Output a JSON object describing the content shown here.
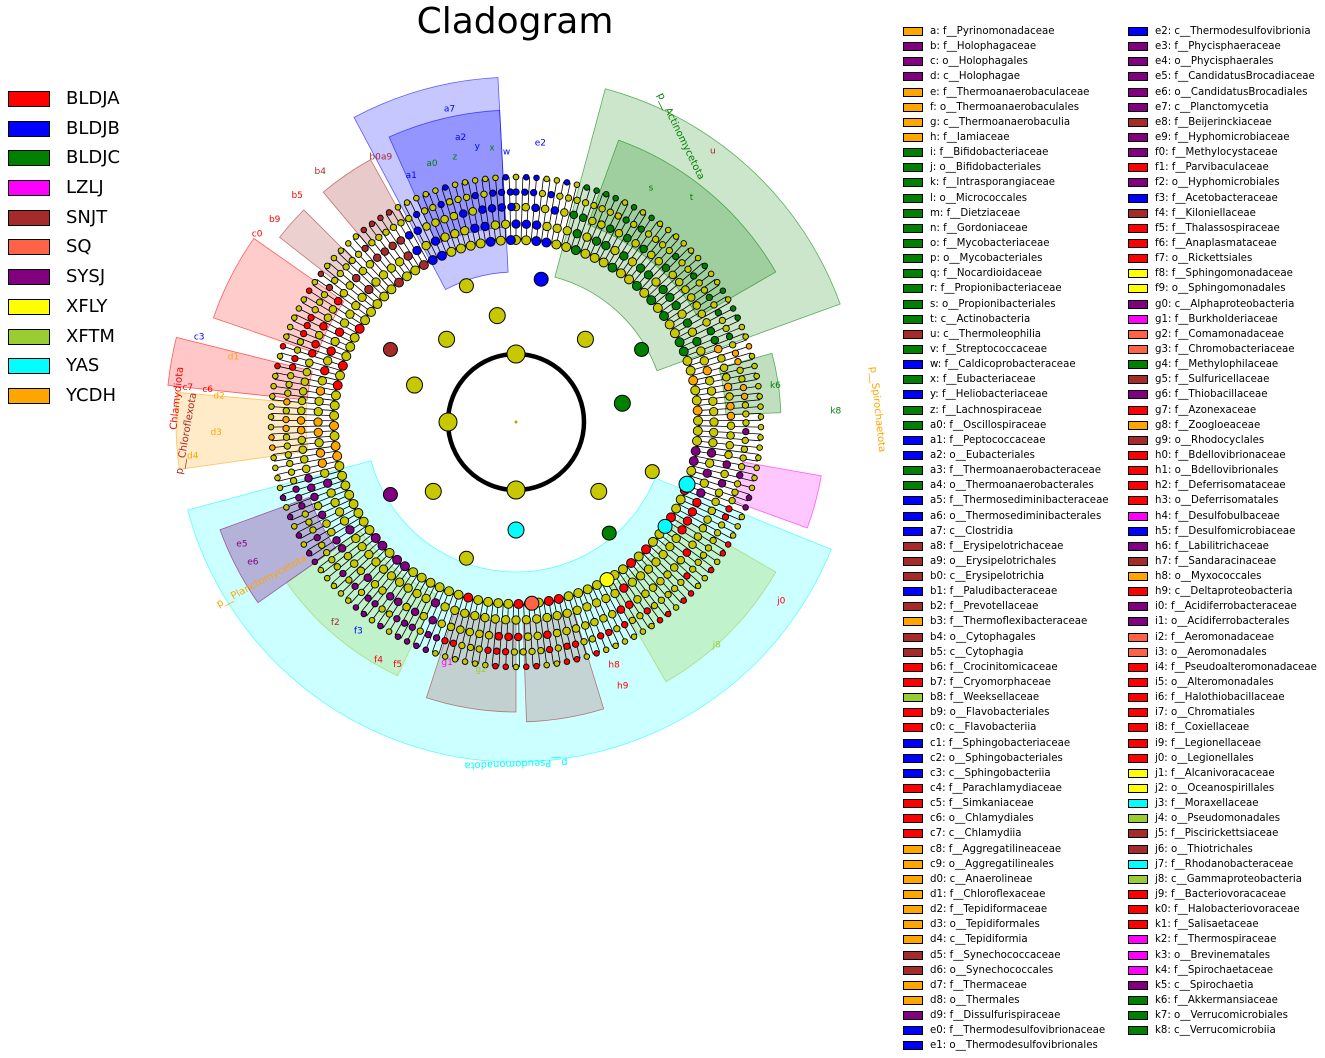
{
  "title": "Cladogram",
  "groups": [
    {
      "name": "BLDJA",
      "color": "#ff0000"
    },
    {
      "name": "BLDJB",
      "color": "#0000ff"
    },
    {
      "name": "BLDJC",
      "color": "#008000"
    },
    {
      "name": "LZLJ",
      "color": "#ff00ff"
    },
    {
      "name": "SNJT",
      "color": "#a52a2a"
    },
    {
      "name": "SQ",
      "color": "#ff6347"
    },
    {
      "name": "SYSJ",
      "color": "#800080"
    },
    {
      "name": "XFLY",
      "color": "#ffff00"
    },
    {
      "name": "XFTM",
      "color": "#9acd32"
    },
    {
      "name": "YAS",
      "color": "#00ffff"
    },
    {
      "name": "YCDH",
      "color": "#ffa500"
    }
  ],
  "phylum_labels": [
    {
      "text": "p__Actinomycetota",
      "color": "#008000"
    },
    {
      "text": "p__Spirochaetota",
      "color": "#ffa500"
    },
    {
      "text": "p__Pseudomonadota",
      "color": "#00ffff"
    },
    {
      "text": "p__Planctomycetota",
      "color": "#ffa500"
    },
    {
      "text": "p__Chloroflexota",
      "color": "#a52a2a"
    },
    {
      "text": "Chlamydiota",
      "color": "#ff0000"
    }
  ],
  "clade_labels": [
    {
      "text": "a7",
      "color": "#0000ff"
    },
    {
      "text": "a2",
      "color": "#0000ff"
    },
    {
      "text": "a1",
      "color": "#0000ff"
    },
    {
      "text": "a0",
      "color": "#008000"
    },
    {
      "text": "z",
      "color": "#008000"
    },
    {
      "text": "y",
      "color": "#0000ff"
    },
    {
      "text": "x",
      "color": "#008000"
    },
    {
      "text": "w",
      "color": "#0000ff"
    },
    {
      "text": "b0",
      "color": "#a52a2a"
    },
    {
      "text": "a9",
      "color": "#a52a2a"
    },
    {
      "text": "b5",
      "color": "#ff0000"
    },
    {
      "text": "b4",
      "color": "#a52a2a"
    },
    {
      "text": "c0",
      "color": "#ff0000"
    },
    {
      "text": "b9",
      "color": "#ff0000"
    },
    {
      "text": "c3",
      "color": "#0000ff"
    },
    {
      "text": "c7",
      "color": "#ff0000"
    },
    {
      "text": "c6",
      "color": "#ff0000"
    },
    {
      "text": "d4",
      "color": "#ffa500"
    },
    {
      "text": "d3",
      "color": "#ffa500"
    },
    {
      "text": "d2",
      "color": "#ffa500"
    },
    {
      "text": "d1",
      "color": "#ffa500"
    },
    {
      "text": "u",
      "color": "#a52a2a"
    },
    {
      "text": "t",
      "color": "#008000"
    },
    {
      "text": "s",
      "color": "#008000"
    },
    {
      "text": "k6",
      "color": "#008000"
    },
    {
      "text": "k8",
      "color": "#008000"
    },
    {
      "text": "j8",
      "color": "#9acd32"
    },
    {
      "text": "j0",
      "color": "#ff0000"
    },
    {
      "text": "h9",
      "color": "#ff0000"
    },
    {
      "text": "h8",
      "color": "#ff0000"
    },
    {
      "text": "g2",
      "color": "#9acd32"
    },
    {
      "text": "g1",
      "color": "#ff00ff"
    },
    {
      "text": "f5",
      "color": "#ff0000"
    },
    {
      "text": "f4",
      "color": "#ff0000"
    },
    {
      "text": "f3",
      "color": "#0000ff"
    },
    {
      "text": "f2",
      "color": "#a52a2a"
    },
    {
      "text": "e6",
      "color": "#800080"
    },
    {
      "text": "e5",
      "color": "#800080"
    },
    {
      "text": "e2",
      "color": "#0000ff"
    }
  ],
  "taxa": [
    {
      "code": "a",
      "name": "f__Pyrinomonadaceae",
      "color": "#ffa500"
    },
    {
      "code": "b",
      "name": "f__Holophagaceae",
      "color": "#800080"
    },
    {
      "code": "c",
      "name": "o__Holophagales",
      "color": "#800080"
    },
    {
      "code": "d",
      "name": "c__Holophagae",
      "color": "#800080"
    },
    {
      "code": "e",
      "name": "f__Thermoanaerobaculaceae",
      "color": "#ffa500"
    },
    {
      "code": "f",
      "name": "o__Thermoanaerobaculales",
      "color": "#ffa500"
    },
    {
      "code": "g",
      "name": "c__Thermoanaerobaculia",
      "color": "#ffa500"
    },
    {
      "code": "h",
      "name": "f__Iamiaceae",
      "color": "#ffa500"
    },
    {
      "code": "i",
      "name": "f__Bifidobacteriaceae",
      "color": "#008000"
    },
    {
      "code": "j",
      "name": "o__Bifidobacteriales",
      "color": "#008000"
    },
    {
      "code": "k",
      "name": "f__Intrasporangiaceae",
      "color": "#008000"
    },
    {
      "code": "l",
      "name": "o__Micrococcales",
      "color": "#008000"
    },
    {
      "code": "m",
      "name": "f__Dietziaceae",
      "color": "#008000"
    },
    {
      "code": "n",
      "name": "f__Gordoniaceae",
      "color": "#008000"
    },
    {
      "code": "o",
      "name": "f__Mycobacteriaceae",
      "color": "#008000"
    },
    {
      "code": "p",
      "name": "o__Mycobacteriales",
      "color": "#008000"
    },
    {
      "code": "q",
      "name": "f__Nocardioidaceae",
      "color": "#008000"
    },
    {
      "code": "r",
      "name": "f__Propionibacteriaceae",
      "color": "#008000"
    },
    {
      "code": "s",
      "name": "o__Propionibacteriales",
      "color": "#008000"
    },
    {
      "code": "t",
      "name": "c__Actinobacteria",
      "color": "#008000"
    },
    {
      "code": "u",
      "name": "c__Thermoleophilia",
      "color": "#a52a2a"
    },
    {
      "code": "v",
      "name": "f__Streptococcaceae",
      "color": "#008000"
    },
    {
      "code": "w",
      "name": "f__Caldicoprobacteraceae",
      "color": "#0000ff"
    },
    {
      "code": "x",
      "name": "f__Eubacteriaceae",
      "color": "#008000"
    },
    {
      "code": "y",
      "name": "f__Heliobacteriaceae",
      "color": "#0000ff"
    },
    {
      "code": "z",
      "name": "f__Lachnospiraceae",
      "color": "#008000"
    },
    {
      "code": "a0",
      "name": "f__Oscillospiraceae",
      "color": "#008000"
    },
    {
      "code": "a1",
      "name": "f__Peptococcaceae",
      "color": "#0000ff"
    },
    {
      "code": "a2",
      "name": "o__Eubacteriales",
      "color": "#0000ff"
    },
    {
      "code": "a3",
      "name": "f__Thermoanaerobacteraceae",
      "color": "#008000"
    },
    {
      "code": "a4",
      "name": "o__Thermoanaerobacterales",
      "color": "#008000"
    },
    {
      "code": "a5",
      "name": "f__Thermosediminibacteraceae",
      "color": "#0000ff"
    },
    {
      "code": "a6",
      "name": "o__Thermosediminibacterales",
      "color": "#0000ff"
    },
    {
      "code": "a7",
      "name": "c__Clostridia",
      "color": "#0000ff"
    },
    {
      "code": "a8",
      "name": "f__Erysipelotrichaceae",
      "color": "#a52a2a"
    },
    {
      "code": "a9",
      "name": "o__Erysipelotrichales",
      "color": "#a52a2a"
    },
    {
      "code": "b0",
      "name": "c__Erysipelotrichia",
      "color": "#a52a2a"
    },
    {
      "code": "b1",
      "name": "f__Paludibacteraceae",
      "color": "#0000ff"
    },
    {
      "code": "b2",
      "name": "f__Prevotellaceae",
      "color": "#a52a2a"
    },
    {
      "code": "b3",
      "name": "f__Thermoflexibacteraceae",
      "color": "#ffa500"
    },
    {
      "code": "b4",
      "name": "o__Cytophagales",
      "color": "#a52a2a"
    },
    {
      "code": "b5",
      "name": "c__Cytophagia",
      "color": "#a52a2a"
    },
    {
      "code": "b6",
      "name": "f__Crocinitomicaceae",
      "color": "#ff0000"
    },
    {
      "code": "b7",
      "name": "f__Cryomorphaceae",
      "color": "#ff0000"
    },
    {
      "code": "b8",
      "name": "f__Weeksellaceae",
      "color": "#9acd32"
    },
    {
      "code": "b9",
      "name": "o__Flavobacteriales",
      "color": "#ff0000"
    },
    {
      "code": "c0",
      "name": "c__Flavobacteriia",
      "color": "#ff0000"
    },
    {
      "code": "c1",
      "name": "f__Sphingobacteriaceae",
      "color": "#0000ff"
    },
    {
      "code": "c2",
      "name": "o__Sphingobacteriales",
      "color": "#0000ff"
    },
    {
      "code": "c3",
      "name": "c__Sphingobacteriia",
      "color": "#0000ff"
    },
    {
      "code": "c4",
      "name": "f__Parachlamydiaceae",
      "color": "#ff0000"
    },
    {
      "code": "c5",
      "name": "f__Simkaniaceae",
      "color": "#ff0000"
    },
    {
      "code": "c6",
      "name": "o__Chlamydiales",
      "color": "#ff0000"
    },
    {
      "code": "c7",
      "name": "c__Chlamydiia",
      "color": "#ff0000"
    },
    {
      "code": "c8",
      "name": "f__Aggregatilineaceae",
      "color": "#ffa500"
    },
    {
      "code": "c9",
      "name": "o__Aggregatilineales",
      "color": "#ffa500"
    },
    {
      "code": "d0",
      "name": "c__Anaerolineae",
      "color": "#ffa500"
    },
    {
      "code": "d1",
      "name": "f__Chloroflexaceae",
      "color": "#ffa500"
    },
    {
      "code": "d2",
      "name": "f__Tepidiformaceae",
      "color": "#ffa500"
    },
    {
      "code": "d3",
      "name": "o__Tepidiformales",
      "color": "#ffa500"
    },
    {
      "code": "d4",
      "name": "c__Tepidiformia",
      "color": "#ffa500"
    },
    {
      "code": "d5",
      "name": "f__Synechococcaceae",
      "color": "#a52a2a"
    },
    {
      "code": "d6",
      "name": "o__Synechococcales",
      "color": "#a52a2a"
    },
    {
      "code": "d7",
      "name": "f__Thermaceae",
      "color": "#ffa500"
    },
    {
      "code": "d8",
      "name": "o__Thermales",
      "color": "#ffa500"
    },
    {
      "code": "d9",
      "name": "f__Dissulfurispiraceae",
      "color": "#800080"
    },
    {
      "code": "e0",
      "name": "f__Thermodesulfovibrionaceae",
      "color": "#0000ff"
    },
    {
      "code": "e1",
      "name": "o__Thermodesulfovibrionales",
      "color": "#0000ff"
    },
    {
      "code": "e2",
      "name": "c__Thermodesulfovibrionia",
      "color": "#0000ff"
    },
    {
      "code": "e3",
      "name": "f__Phycisphaeraceae",
      "color": "#800080"
    },
    {
      "code": "e4",
      "name": "o__Phycisphaerales",
      "color": "#800080"
    },
    {
      "code": "e5",
      "name": "f__CandidatusBrocadiaceae",
      "color": "#800080"
    },
    {
      "code": "e6",
      "name": "o__CandidatusBrocadiales",
      "color": "#800080"
    },
    {
      "code": "e7",
      "name": "c__Planctomycetia",
      "color": "#800080"
    },
    {
      "code": "e8",
      "name": "f__Beijerinckiaceae",
      "color": "#a52a2a"
    },
    {
      "code": "e9",
      "name": "f__Hyphomicrobiaceae",
      "color": "#800080"
    },
    {
      "code": "f0",
      "name": "f__Methylocystaceae",
      "color": "#800080"
    },
    {
      "code": "f1",
      "name": "f__Parvibaculaceae",
      "color": "#ff0000"
    },
    {
      "code": "f2",
      "name": "o__Hyphomicrobiales",
      "color": "#800080"
    },
    {
      "code": "f3",
      "name": "f__Acetobacteraceae",
      "color": "#0000ff"
    },
    {
      "code": "f4",
      "name": "f__Kiloniellaceae",
      "color": "#a52a2a"
    },
    {
      "code": "f5",
      "name": "f__Thalassospiraceae",
      "color": "#ff0000"
    },
    {
      "code": "f6",
      "name": "f__Anaplasmataceae",
      "color": "#ff0000"
    },
    {
      "code": "f7",
      "name": "o__Rickettsiales",
      "color": "#ff0000"
    },
    {
      "code": "f8",
      "name": "f__Sphingomonadaceae",
      "color": "#ffff00"
    },
    {
      "code": "f9",
      "name": "o__Sphingomonadales",
      "color": "#ffff00"
    },
    {
      "code": "g0",
      "name": "c__Alphaproteobacteria",
      "color": "#800080"
    },
    {
      "code": "g1",
      "name": "f__Burkholderiaceae",
      "color": "#ff00ff"
    },
    {
      "code": "g2",
      "name": "f__Comamonadaceae",
      "color": "#ff6347"
    },
    {
      "code": "g3",
      "name": "f__Chromobacteriaceae",
      "color": "#ff6347"
    },
    {
      "code": "g4",
      "name": "f__Methylophilaceae",
      "color": "#008000"
    },
    {
      "code": "g5",
      "name": "f__Sulfuricellaceae",
      "color": "#a52a2a"
    },
    {
      "code": "g6",
      "name": "f__Thiobacillaceae",
      "color": "#800080"
    },
    {
      "code": "g7",
      "name": "f__Azonexaceae",
      "color": "#ff0000"
    },
    {
      "code": "g8",
      "name": "f__Zoogloeaceae",
      "color": "#ffa500"
    },
    {
      "code": "g9",
      "name": "o__Rhodocyclales",
      "color": "#a52a2a"
    },
    {
      "code": "h0",
      "name": "f__Bdellovibrionaceae",
      "color": "#ff0000"
    },
    {
      "code": "h1",
      "name": "o__Bdellovibrionales",
      "color": "#ff0000"
    },
    {
      "code": "h2",
      "name": "f__Deferrisomataceae",
      "color": "#ff0000"
    },
    {
      "code": "h3",
      "name": "o__Deferrisomatales",
      "color": "#ff0000"
    },
    {
      "code": "h4",
      "name": "f__Desulfobulbaceae",
      "color": "#ff00ff"
    },
    {
      "code": "h5",
      "name": "f__Desulfomicrobiaceae",
      "color": "#0000ff"
    },
    {
      "code": "h6",
      "name": "f__Labilitrichaceae",
      "color": "#800080"
    },
    {
      "code": "h7",
      "name": "f__Sandaracinaceae",
      "color": "#a52a2a"
    },
    {
      "code": "h8",
      "name": "o__Myxococcales",
      "color": "#ffa500"
    },
    {
      "code": "h9",
      "name": "c__Deltaproteobacteria",
      "color": "#ff0000"
    },
    {
      "code": "i0",
      "name": "f__Acidiferrobacteraceae",
      "color": "#800080"
    },
    {
      "code": "i1",
      "name": "o__Acidiferrobacterales",
      "color": "#800080"
    },
    {
      "code": "i2",
      "name": "f__Aeromonadaceae",
      "color": "#ff6347"
    },
    {
      "code": "i3",
      "name": "o__Aeromonadales",
      "color": "#ff6347"
    },
    {
      "code": "i4",
      "name": "f__Pseudoalteromonadaceae",
      "color": "#ff0000"
    },
    {
      "code": "i5",
      "name": "o__Alteromonadales",
      "color": "#ff0000"
    },
    {
      "code": "i6",
      "name": "f__Halothiobacillaceae",
      "color": "#ff0000"
    },
    {
      "code": "i7",
      "name": "o__Chromatiales",
      "color": "#ff0000"
    },
    {
      "code": "i8",
      "name": "f__Coxiellaceae",
      "color": "#ff0000"
    },
    {
      "code": "i9",
      "name": "f__Legionellaceae",
      "color": "#ff0000"
    },
    {
      "code": "j0",
      "name": "o__Legionellales",
      "color": "#ff0000"
    },
    {
      "code": "j1",
      "name": "f__Alcanivoracaceae",
      "color": "#ffff00"
    },
    {
      "code": "j2",
      "name": "o__Oceanospirillales",
      "color": "#ffff00"
    },
    {
      "code": "j3",
      "name": "f__Moraxellaceae",
      "color": "#00ffff"
    },
    {
      "code": "j4",
      "name": "o__Pseudomonadales",
      "color": "#9acd32"
    },
    {
      "code": "j5",
      "name": "f__Piscirickettsiaceae",
      "color": "#a52a2a"
    },
    {
      "code": "j6",
      "name": "o__Thiotrichales",
      "color": "#a52a2a"
    },
    {
      "code": "j7",
      "name": "f__Rhodanobacteraceae",
      "color": "#00ffff"
    },
    {
      "code": "j8",
      "name": "c__Gammaproteobacteria",
      "color": "#9acd32"
    },
    {
      "code": "j9",
      "name": "f__Bacteriovoracaceae",
      "color": "#ff0000"
    },
    {
      "code": "k0",
      "name": "f__Halobacteriovoraceae",
      "color": "#ff0000"
    },
    {
      "code": "k1",
      "name": "f__Salisaetaceae",
      "color": "#ff0000"
    },
    {
      "code": "k2",
      "name": "f__Thermospiraceae",
      "color": "#ff00ff"
    },
    {
      "code": "k3",
      "name": "o__Brevinematales",
      "color": "#ff00ff"
    },
    {
      "code": "k4",
      "name": "f__Spirochaetaceae",
      "color": "#ff00ff"
    },
    {
      "code": "k5",
      "name": "c__Spirochaetia",
      "color": "#800080"
    },
    {
      "code": "k6",
      "name": "f__Akkermansiaceae",
      "color": "#008000"
    },
    {
      "code": "k7",
      "name": "o__Verrucomicrobiales",
      "color": "#008000"
    },
    {
      "code": "k8",
      "name": "c__Verrucomicrobiia",
      "color": "#008000"
    }
  ]
}
